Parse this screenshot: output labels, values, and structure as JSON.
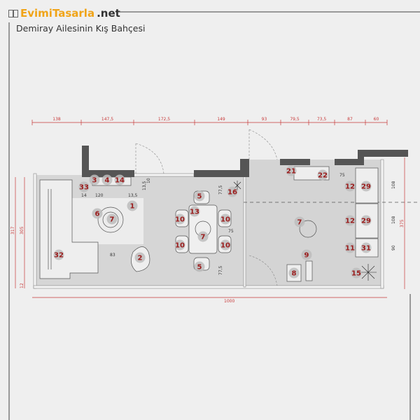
{
  "brand": {
    "part1": "EvimiTasarla",
    "part2": ".net"
  },
  "subtitle": "Demiray Ailesinin Kış Bahçesi",
  "colors": {
    "dimension": "#c83a3a",
    "marker_text": "#9a1b1b",
    "marker_bg": "#bdbdbd",
    "wall": "#555555",
    "floor": "#d6d6d6"
  },
  "top_dimensions": [
    "138",
    "147,5",
    "172,5",
    "149",
    "93",
    "79,5",
    "73,5",
    "87",
    "60"
  ],
  "left_dimensions": {
    "outer": "317",
    "inner": "305",
    "small": "12"
  },
  "right_dimensions": {
    "outer": "375",
    "seg1": "108",
    "seg2": "108",
    "seg3": "90"
  },
  "bottom_dimension": "1000",
  "inner_dimensions": {
    "sofa_to_chair": "83",
    "dining_top": "77,5",
    "dining_bottom": "77,5",
    "dining_width": "75",
    "console_gap": "75",
    "shelf_width": "120",
    "shelf_left": "14",
    "shelf_right": "13,5",
    "shelf_depth": "13,5",
    "shelf_depth2": "10"
  },
  "markers": [
    {
      "n": "3"
    },
    {
      "n": "4"
    },
    {
      "n": "14"
    },
    {
      "n": "33"
    },
    {
      "n": "1"
    },
    {
      "n": "6"
    },
    {
      "n": "7"
    },
    {
      "n": "32"
    },
    {
      "n": "2"
    },
    {
      "n": "5"
    },
    {
      "n": "13"
    },
    {
      "n": "10"
    },
    {
      "n": "10"
    },
    {
      "n": "7"
    },
    {
      "n": "5"
    },
    {
      "n": "10"
    },
    {
      "n": "10"
    },
    {
      "n": "16"
    },
    {
      "n": "21"
    },
    {
      "n": "22"
    },
    {
      "n": "12"
    },
    {
      "n": "29"
    },
    {
      "n": "12"
    },
    {
      "n": "29"
    },
    {
      "n": "11"
    },
    {
      "n": "31"
    },
    {
      "n": "7"
    },
    {
      "n": "9"
    },
    {
      "n": "8"
    },
    {
      "n": "15"
    }
  ]
}
